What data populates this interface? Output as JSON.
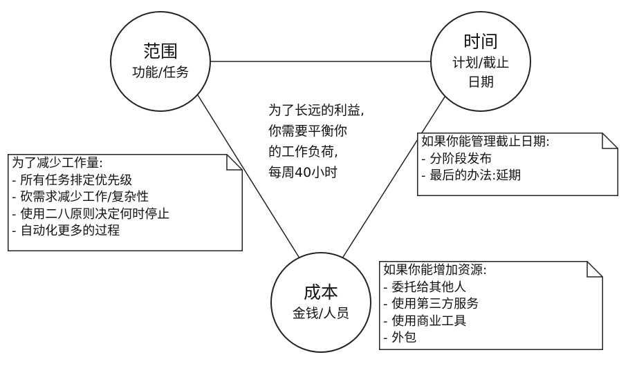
{
  "nodes": {
    "scope": {
      "title": "范围",
      "subtitle": "功能/任务"
    },
    "time": {
      "title": "时间",
      "subtitle_line1": "计划/截止",
      "subtitle_line2": "日期"
    },
    "cost": {
      "title": "成本",
      "subtitle": "金钱/人员"
    }
  },
  "center_text": [
    "为了长远的利益,",
    "你需要平衡你",
    "的工作负荷,",
    "每周40小时"
  ],
  "notes": {
    "reduce_work": {
      "title": "为了减少工作量:",
      "items": [
        "- 所有任务排定优先级",
        "- 砍需求减少工作/复杂性",
        "- 使用二八原则决定何时停止",
        "- 自动化更多的过程"
      ]
    },
    "manage_deadline": {
      "title": "如果你能管理截止日期:",
      "items": [
        "- 分阶段发布",
        "- 最后的办法:延期"
      ]
    },
    "add_resources": {
      "title": "如果你能增加资源:",
      "items": [
        "- 委托给其他人",
        "- 使用第三方服务",
        "- 使用商业工具",
        "- 外包"
      ]
    }
  }
}
